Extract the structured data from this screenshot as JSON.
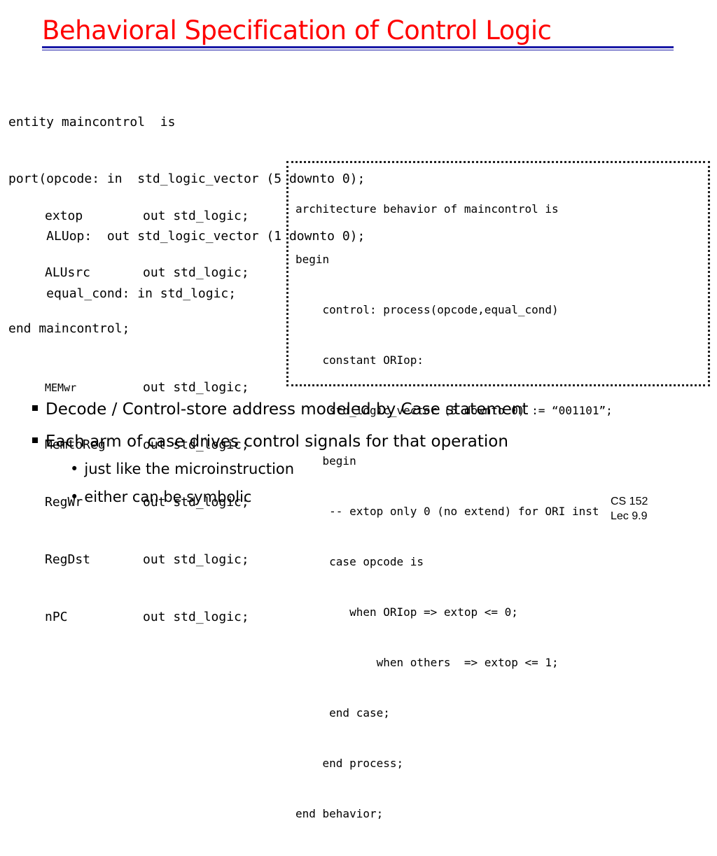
{
  "title": "Behavioral Specification of Control Logic",
  "entity": {
    "lines": [
      "entity maincontrol  is",
      "port(opcode: in  std_logic_vector (5 downto 0);",
      "     ALUop:  out std_logic_vector (1 downto 0);",
      "     equal_cond: in std_logic;"
    ],
    "ports_group1": [
      {
        "name": "extop",
        "type": "out std_logic;"
      },
      {
        "name": "ALUsrc",
        "type": "out std_logic;"
      }
    ],
    "ports_group2": [
      {
        "name": "MEMwr",
        "type": "out std_logic;"
      },
      {
        "name": "MemtoReg",
        "type": "out std_logic;"
      },
      {
        "name": "RegWr",
        "type": "out std_logic;"
      },
      {
        "name": "RegDst",
        "type": "out std_logic;"
      },
      {
        "name": "nPC",
        "type": "out std_logic;"
      }
    ],
    "end_line": "end maincontrol;"
  },
  "architecture": {
    "lines": [
      "architecture behavior of maincontrol is",
      "begin",
      "    control: process(opcode,equal_cond)",
      "    constant ORIop:",
      "     std_logic_vector (5 downto 0) := “001101”;",
      "    begin",
      "     -- extop only 0 (no extend) for ORI inst",
      "     case opcode is",
      "        when ORIop => extop <= 0;",
      "            when others  => extop <= 1;",
      "     end case;",
      "    end process;",
      "end behavior;"
    ]
  },
  "bullets": [
    "Decode / Control-store address modeled by Case statement",
    "Each arm of case drives control signals for that operation"
  ],
  "sub_bullets": [
    "just like the microinstruction",
    "either can be symbolic"
  ],
  "footer": {
    "course": "CS 152",
    "lecture": "Lec 9.9"
  }
}
